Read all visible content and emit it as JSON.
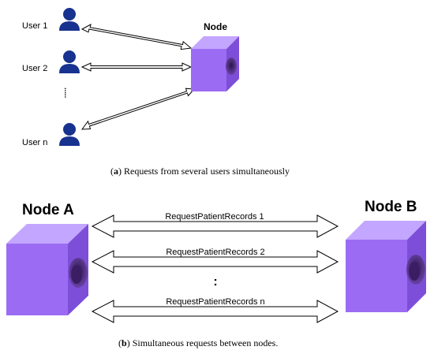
{
  "panel_a": {
    "node_label": "Node",
    "users": [
      "User 1",
      "User 2",
      "User n"
    ],
    "ellipsis": "⋮",
    "caption_letter": "a",
    "caption_text": " Requests from several users simultaneously"
  },
  "panel_b": {
    "node_a_label": "Node A",
    "node_b_label": "Node B",
    "requests": [
      "RequestPatientRecords 1",
      "RequestPatientRecords 2",
      "RequestPatientRecords n"
    ],
    "ellipsis": ":",
    "caption_letter": "b",
    "caption_text": " Simultaneous requests between nodes."
  },
  "colors": {
    "user_icon": "#17328f",
    "cube_front": "#9b6cf3",
    "cube_top": "#c3a6ff",
    "cube_side": "#7d4fd8",
    "hole": "#4a2a7a",
    "arrow_stroke": "#000000"
  },
  "icons": [
    "user-icon",
    "node-cube-icon",
    "double-arrow-icon"
  ]
}
